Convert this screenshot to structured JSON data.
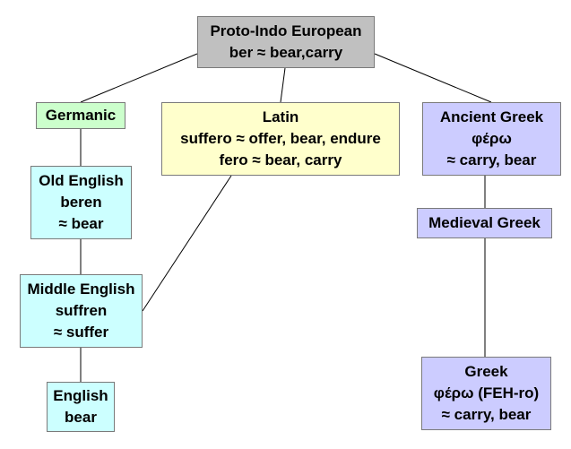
{
  "colors": {
    "root": "#c0c0c0",
    "germanic": "#ccffcc",
    "latin": "#ffffcc",
    "greek": "#ccccff",
    "english": "#ccffff",
    "line": "#000000",
    "border": "#7a7a7a"
  },
  "nodes": {
    "proto_indo_european": {
      "lines": [
        "Proto-Indo European",
        "ber ≈ bear,carry"
      ]
    },
    "germanic": {
      "lines": [
        "Germanic"
      ]
    },
    "latin": {
      "lines": [
        "Latin",
        "suffero ≈ offer, bear, endure",
        "fero ≈ bear, carry"
      ]
    },
    "ancient_greek": {
      "lines": [
        "Ancient Greek",
        "φέρω",
        "≈ carry, bear"
      ]
    },
    "old_english": {
      "lines": [
        "Old English",
        "beren",
        "≈ bear"
      ]
    },
    "medieval_greek": {
      "lines": [
        "Medieval Greek"
      ]
    },
    "middle_english": {
      "lines": [
        "Middle English",
        "suffren",
        "≈ suffer"
      ]
    },
    "greek": {
      "lines": [
        "Greek",
        "φέρω (FEH-ro)",
        "≈ carry, bear"
      ]
    },
    "english": {
      "lines": [
        "English",
        "bear"
      ]
    }
  }
}
